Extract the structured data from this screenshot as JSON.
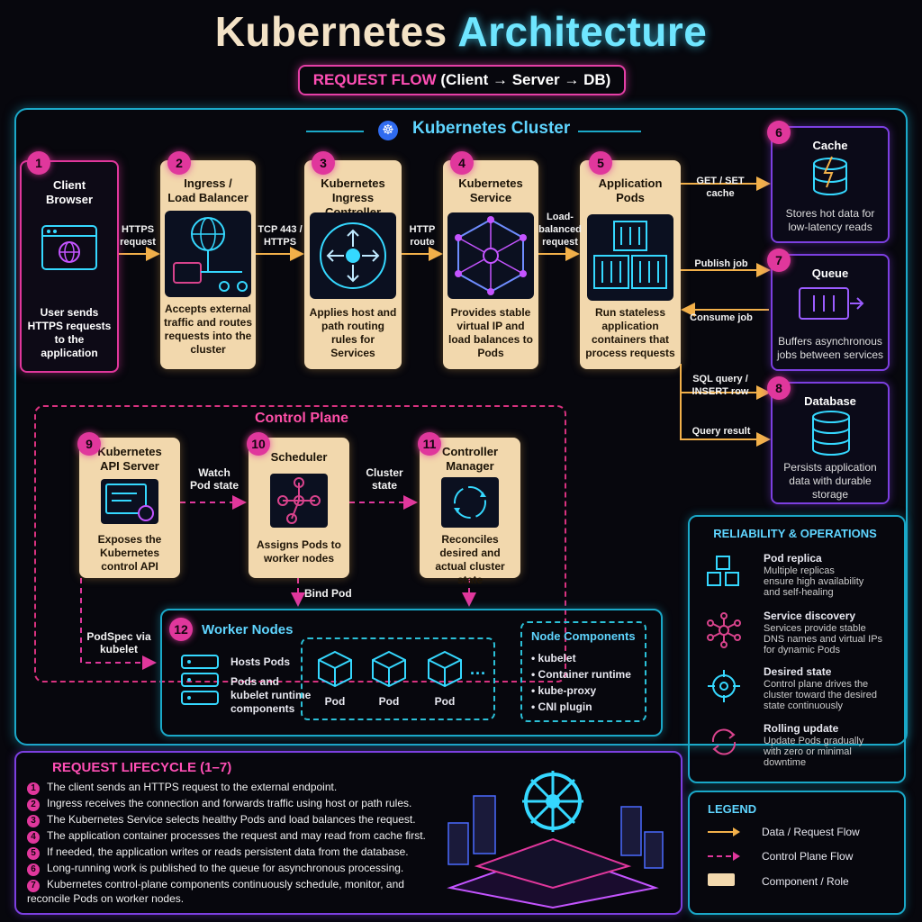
{
  "title": {
    "part1": "Kubernetes",
    "part2": "Architecture"
  },
  "subtitle": {
    "highlight": "REQUEST FLOW",
    "rest": "(Client → Server → DB)"
  },
  "cluster": {
    "title": "Kubernetes Cluster"
  },
  "components": [
    {
      "num": "1",
      "title": "Client\nBrowser",
      "desc": "User sends HTTPS requests to the application",
      "icon": "browser-globe-icon"
    },
    {
      "num": "2",
      "title": "Ingress /\nLoad Balancer",
      "desc": "Accepts external traffic and routes requests into the cluster",
      "icon": "globe-network-icon"
    },
    {
      "num": "3",
      "title": "Kubernetes\nIngress Controller",
      "desc": "Applies host and path routing rules for Services",
      "icon": "routing-arrows-icon"
    },
    {
      "num": "4",
      "title": "Kubernetes\nService",
      "desc": "Provides stable virtual IP and load balances to Pods",
      "icon": "hexagon-network-icon"
    },
    {
      "num": "5",
      "title": "Application\nPods",
      "desc": "Run stateless application containers that process requests",
      "icon": "container-cubes-icon"
    }
  ],
  "flow_labels": {
    "https_request": "HTTPS\nrequest",
    "tcp": "TCP 443 /\nHTTPS",
    "http_route": "HTTP\nroute",
    "load_balanced": "Load-\nbalanced\nrequest",
    "get_set": "GET / SET\ncache",
    "publish": "Publish job",
    "consume": "Consume job",
    "sql": "SQL query /\nINSERT row",
    "query_result": "Query result"
  },
  "side_components": [
    {
      "num": "6",
      "title": "Cache",
      "desc": "Stores hot data for low-latency reads",
      "icon": "cache-database-icon"
    },
    {
      "num": "7",
      "title": "Queue",
      "desc": "Buffers asynchronous jobs between services",
      "icon": "queue-icon"
    },
    {
      "num": "8",
      "title": "Database",
      "desc": "Persists application data with durable storage",
      "icon": "database-icon"
    }
  ],
  "control_plane": {
    "title": "Control Plane",
    "components": [
      {
        "num": "9",
        "title": "Kubernetes\nAPI Server",
        "desc": "Exposes the Kubernetes control API",
        "icon": "api-server-icon"
      },
      {
        "num": "10",
        "title": "Scheduler",
        "desc": "Assigns Pods to worker nodes",
        "icon": "scheduler-graph-icon"
      },
      {
        "num": "11",
        "title": "Controller\nManager",
        "desc": "Reconciles desired and actual cluster state",
        "icon": "reconcile-loop-icon"
      }
    ],
    "labels": {
      "watch": "Watch\nPod state",
      "cluster_state": "Cluster\nstate",
      "bind_pod": "Bind Pod",
      "podspec": "PodSpec via\nkubelet"
    }
  },
  "workers": {
    "num": "12",
    "title": "Worker Nodes",
    "hosts_pods": "Hosts Pods",
    "pods_and": "Pods and\nkubelet runtime\ncomponents",
    "pods": [
      "Pod",
      "Pod",
      "Pod"
    ],
    "node_components_title": "Node Components",
    "node_components": [
      "kubelet",
      "Container runtime",
      "kube-proxy",
      "CNI plugin"
    ]
  },
  "reliability": {
    "title": "RELIABILITY & OPERATIONS",
    "items": [
      {
        "title": "Pod replica",
        "desc": "Multiple replicas\nensure high availability\nand self-healing",
        "icon": "replica-cubes-icon"
      },
      {
        "title": "Service discovery",
        "desc": "Services provide stable\nDNS names and virtual IPs\nfor dynamic Pods",
        "icon": "discovery-network-icon"
      },
      {
        "title": "Desired state",
        "desc": "Control plane drives the\ncluster toward the desired\nstate continuously",
        "icon": "target-icon"
      },
      {
        "title": "Rolling update",
        "desc": "Update Pods gradually\nwith zero or minimal\ndowntime",
        "icon": "rolling-update-icon"
      }
    ]
  },
  "legend": {
    "title": "LEGEND",
    "items": [
      "Data / Request Flow",
      "Control Plane Flow",
      "Component / Role"
    ]
  },
  "lifecycle": {
    "title": "REQUEST LIFECYCLE (1–7)",
    "steps": [
      "The client sends an HTTPS request to the external endpoint.",
      "Ingress receives the connection and forwards traffic using host or path rules.",
      "The Kubernetes Service selects healthy Pods and load balances the request.",
      "The application container processes the request and may read from cache first.",
      "If needed, the application writes or reads persistent data from the database.",
      "Long-running work is published to the queue for asynchronous processing.",
      "Kubernetes control-plane components continuously schedule, monitor, and\nreconcile Pods on worker nodes."
    ]
  },
  "colors": {
    "data_flow": "#f2b04a",
    "control_flow": "#e0379c",
    "cyan": "#35d8ff",
    "card": "#f2d8ad",
    "panel_border": "#1aa8c8"
  }
}
